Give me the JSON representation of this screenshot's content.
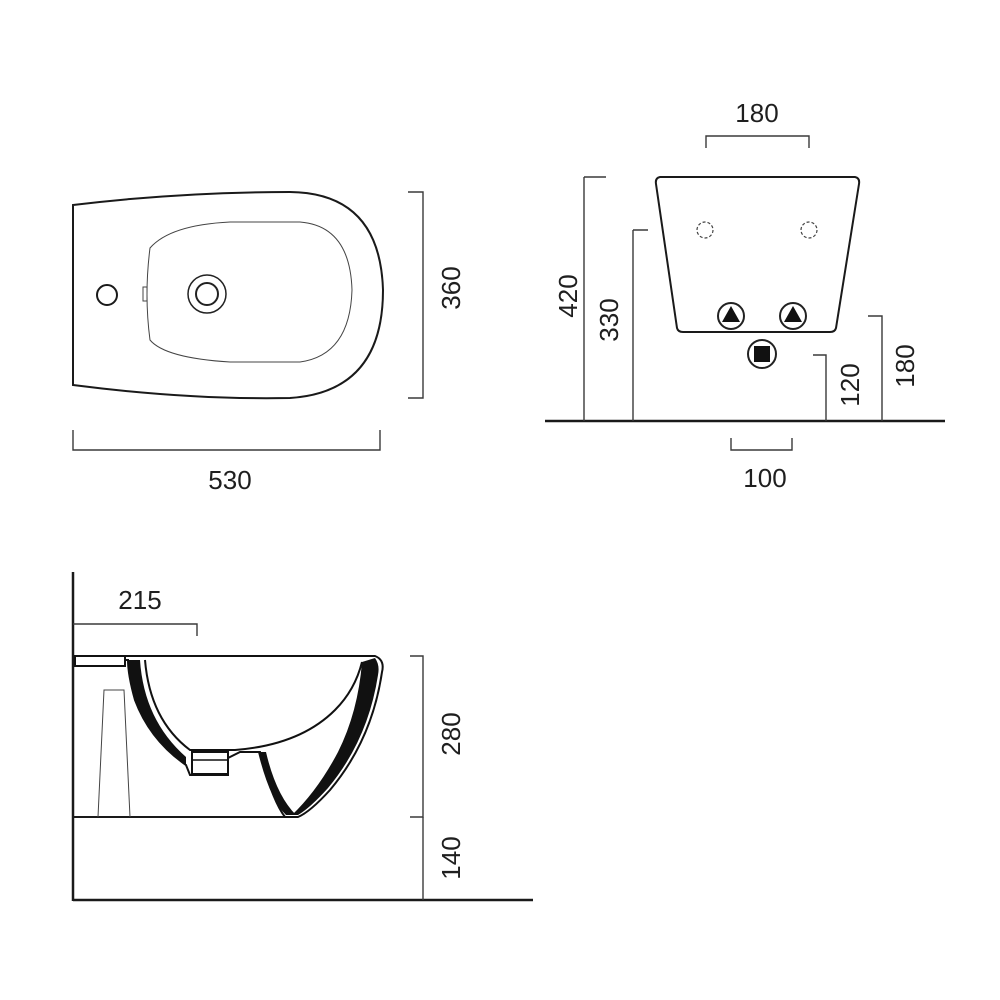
{
  "top_view": {
    "width_label": "530",
    "depth_label": "360"
  },
  "rear_view": {
    "fixing_spacing_label": "180",
    "total_height_label": "420",
    "supply_height_label": "330",
    "waste_height_label": "120",
    "bottom_height_label": "180",
    "waste_spacing_label": "100"
  },
  "side_view": {
    "waste_projection_label": "215",
    "body_height_label": "280",
    "floor_clearance_label": "140"
  }
}
